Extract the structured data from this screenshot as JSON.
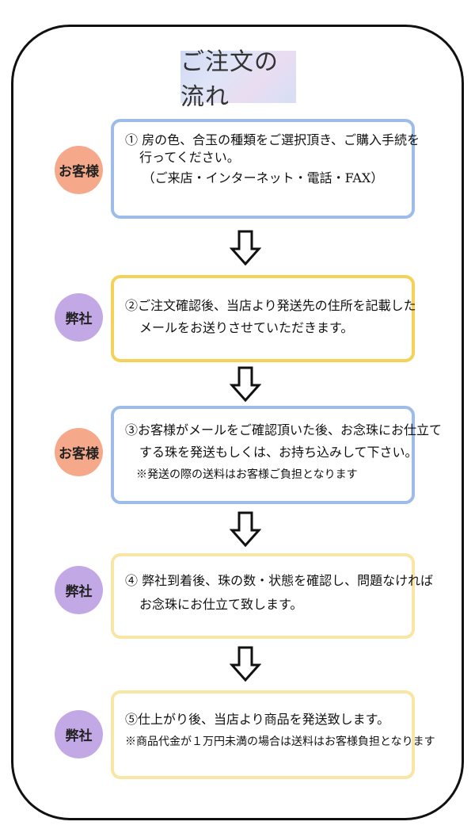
{
  "title": "ご注文の流れ",
  "roles": {
    "customer": "お客様",
    "company": "弊社"
  },
  "steps": [
    {
      "role": "お客様",
      "lines": [
        "① 房の色、合玉の種類をご選択頂き、ご購入手続を",
        "行ってください。",
        "（ご来店・インターネット・電話・FAX）"
      ]
    },
    {
      "role": "弊社",
      "lines": [
        "②ご注文確認後、当店より発送先の住所を記載した",
        "メールをお送りさせていただきます。"
      ]
    },
    {
      "role": "お客様",
      "lines": [
        "③お客様がメールをご確認頂いた後、お念珠にお仕立て",
        "する珠を発送もしくは、お持ち込みして下さい。"
      ],
      "note": "※発送の際の送料はお客様ご負担となります"
    },
    {
      "role": "弊社",
      "lines": [
        "④ 弊社到着後、珠の数・状態を確認し、問題なければ",
        "お念珠にお仕立て致します。"
      ]
    },
    {
      "role": "弊社",
      "lines": [
        "⑤仕上がり後、当店より商品を発送致します。"
      ],
      "note": "※商品代金が１万円未満の場合は送料はお客様負担となります"
    }
  ]
}
